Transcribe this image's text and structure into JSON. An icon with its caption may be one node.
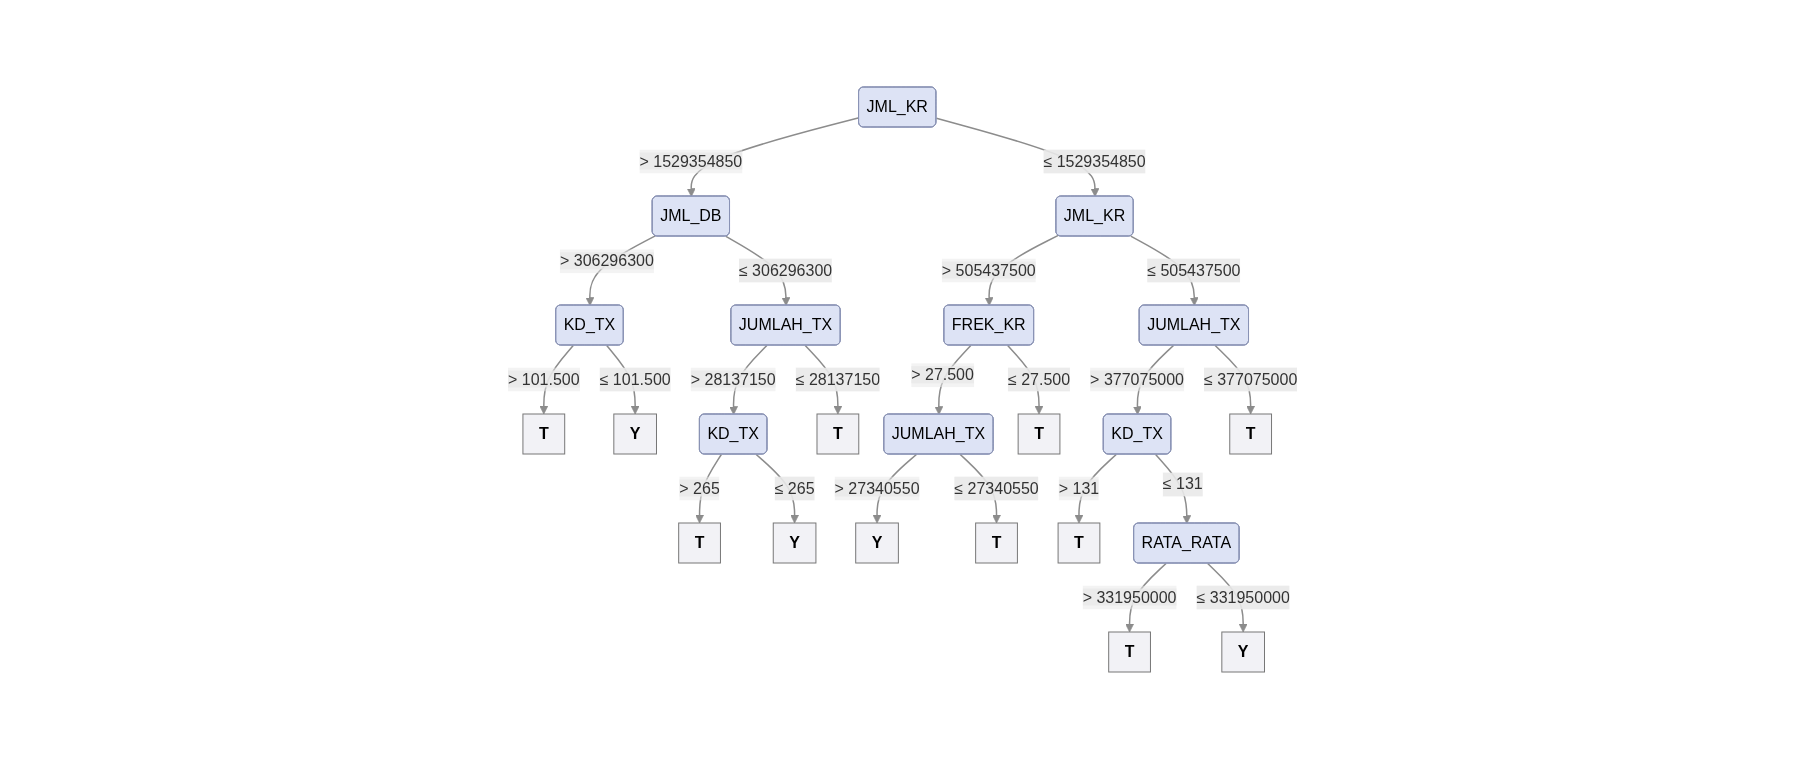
{
  "diagram": {
    "nodes": [
      {
        "text": [
          "JML_KR"
        ]
      },
      {
        "text": [
          "JML_DB"
        ]
      },
      {
        "text": [
          "JML_KR"
        ]
      },
      {
        "text": [
          "KD_TX"
        ]
      },
      {
        "text": [
          "JUMLAH_TX"
        ]
      },
      {
        "text": [
          "FREK_KR"
        ]
      },
      {
        "text": [
          "JUMLAH_TX"
        ]
      },
      {
        "text": [
          "T"
        ]
      },
      {
        "text": [
          "Y"
        ]
      },
      {
        "text": [
          "KD_TX"
        ]
      },
      {
        "text": [
          "T"
        ]
      },
      {
        "text": [
          "JUMLAH_TX"
        ]
      },
      {
        "text": [
          "T"
        ]
      },
      {
        "text": [
          "KD_TX"
        ]
      },
      {
        "text": [
          "T"
        ]
      },
      {
        "text": [
          "T"
        ]
      },
      {
        "text": [
          "Y"
        ]
      },
      {
        "text": [
          "Y"
        ]
      },
      {
        "text": [
          "T"
        ]
      },
      {
        "text": [
          "T"
        ]
      },
      {
        "text": [
          "RATA_RATA"
        ]
      },
      {
        "text": [
          "T"
        ]
      },
      {
        "text": [
          "Y"
        ]
      }
    ],
    "edges": [
      {
        "from": 0,
        "to": 1,
        "arrow": "to",
        "label": "> 1529354850"
      },
      {
        "from": 0,
        "to": 2,
        "arrow": "to",
        "label": "≤ 1529354850"
      },
      {
        "from": 1,
        "to": 3,
        "arrow": "to",
        "label": "> 306296300"
      },
      {
        "from": 1,
        "to": 4,
        "arrow": "to",
        "label": "≤ 306296300"
      },
      {
        "from": 2,
        "to": 5,
        "arrow": "to",
        "label": "> 505437500"
      },
      {
        "from": 2,
        "to": 6,
        "arrow": "to",
        "label": "≤ 505437500"
      },
      {
        "from": 3,
        "to": 7,
        "arrow": "to",
        "label": "> 101.500"
      },
      {
        "from": 3,
        "to": 8,
        "arrow": "to",
        "label": "≤ 101.500"
      },
      {
        "from": 4,
        "to": 9,
        "arrow": "to",
        "label": "> 28137150"
      },
      {
        "from": 4,
        "to": 10,
        "arrow": "to",
        "label": "≤ 28137150"
      },
      {
        "from": 5,
        "to": 11,
        "arrow": "to",
        "label": "> 27.500"
      },
      {
        "from": 5,
        "to": 12,
        "arrow": "to",
        "label": "≤ 27.500"
      },
      {
        "from": 6,
        "to": 13,
        "arrow": "to",
        "label": "> 377075000"
      },
      {
        "from": 6,
        "to": 14,
        "arrow": "to",
        "label": "≤ 377075000"
      },
      {
        "from": 9,
        "to": 15,
        "arrow": "to",
        "label": "> 265"
      },
      {
        "from": 9,
        "to": 16,
        "arrow": "to",
        "label": "≤ 265"
      },
      {
        "from": 11,
        "to": 17,
        "arrow": "to",
        "label": "> 27340550"
      },
      {
        "from": 11,
        "to": 18,
        "arrow": "to",
        "label": "≤ 27340550"
      },
      {
        "from": 13,
        "to": 19,
        "arrow": "to",
        "label": "> 131"
      },
      {
        "from": 13,
        "to": 20,
        "arrow": "to",
        "label": "≤ 131"
      },
      {
        "from": 20,
        "to": 21,
        "arrow": "to",
        "label": "> 331950000"
      },
      {
        "from": 20,
        "to": 22,
        "arrow": "to",
        "label": "≤ 331950000"
      }
    ]
  }
}
